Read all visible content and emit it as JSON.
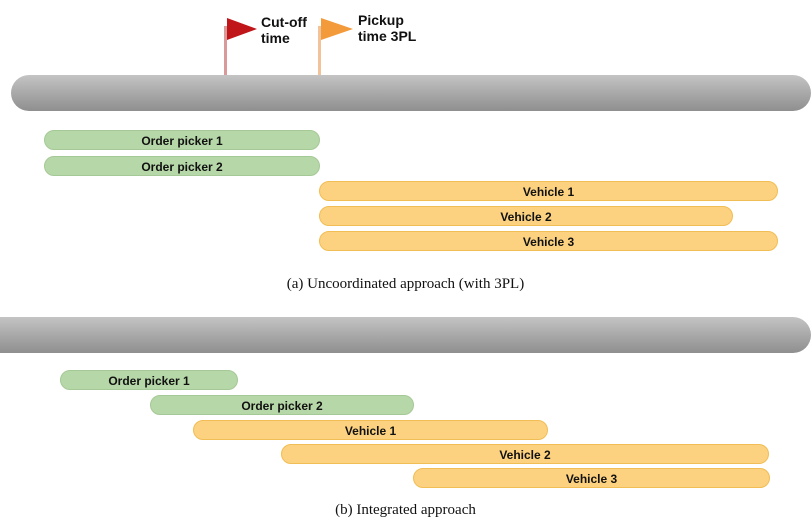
{
  "flags": {
    "cutoff": {
      "label": "Cut-off\ntime",
      "color": "#c0161a",
      "pole_color": "#d99a9a"
    },
    "pickup": {
      "label": "Pickup\ntime 3PL",
      "color": "#f39a3a",
      "pole_color": "#f2c29a"
    }
  },
  "panel_a": {
    "caption": "(a)  Uncoordinated approach (with 3PL)",
    "bars": {
      "picker1": "Order picker 1",
      "picker2": "Order picker 2",
      "vehicle1": "Vehicle 1",
      "vehicle2": "Vehicle 2",
      "vehicle3": "Vehicle 3"
    }
  },
  "panel_b": {
    "caption": "(b)  Integrated approach",
    "bars": {
      "picker1": "Order picker 1",
      "picker2": "Order picker 2",
      "vehicle1": "Vehicle 1",
      "vehicle2": "Vehicle 2",
      "vehicle3": "Vehicle 3"
    }
  },
  "colors": {
    "picker_fill": "#b6d7a8",
    "vehicle_fill": "#fcd280",
    "timeline": "#a9a9a9"
  }
}
